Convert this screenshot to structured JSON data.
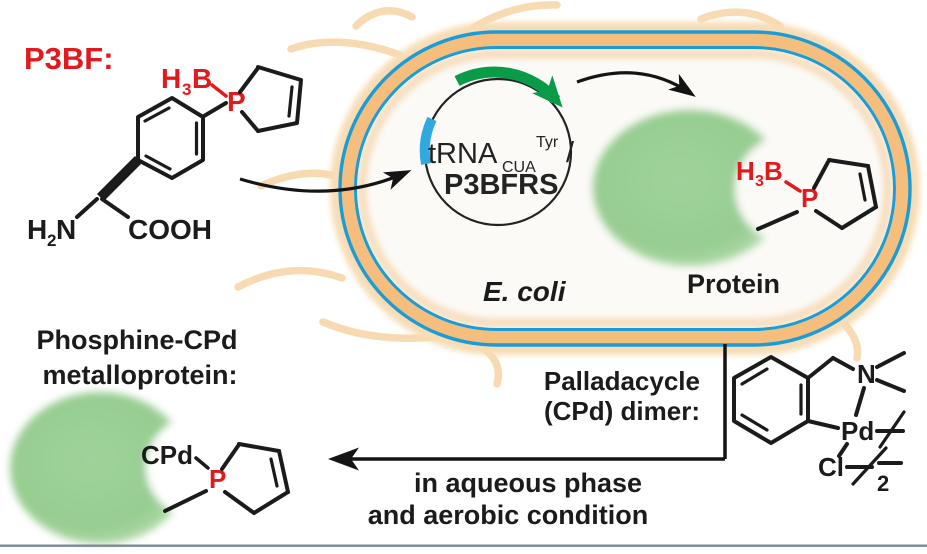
{
  "figure": {
    "compound_label": "P3BF:",
    "p3bf_molecule": {
      "borane_h": "H",
      "borane_sub": "3",
      "borane_b": "B",
      "phosphorus": "P",
      "amine_h": "H",
      "amine_sub": "2",
      "amine_n": "N",
      "carboxyl": "COOH"
    },
    "cell": {
      "organism_label": "E. coli",
      "plasmid": {
        "trna_label": "tRNA",
        "trna_subscript": "CUA",
        "trna_superscript": "Tyr",
        "separator": "/",
        "synthetase_label": "P3BFRS"
      },
      "protein_label": "Protein",
      "protein_phosphine": {
        "borane_h": "H",
        "borane_sub": "3",
        "borane_b": "B",
        "phosphorus": "P"
      }
    },
    "palladacycle": {
      "label_line1": "Palladacycle",
      "label_line2": "(CPd) dimer:",
      "nitrogen": "N",
      "palladium": "Pd",
      "chloride": "Cl",
      "dimer_subscript": "2"
    },
    "reaction": {
      "condition_line1": "in aqueous phase",
      "condition_line2": "and aerobic condition"
    },
    "metalloprotein": {
      "label_line1": "Phosphine-CPd",
      "label_line2": "metalloprotein:",
      "cpd_label": "CPd",
      "phosphorus": "P"
    }
  },
  "colors": {
    "highlight_red": "#e2191d",
    "gene_green": "#0a9b48",
    "membrane_blue": "#1a9cd8",
    "membrane_orange": "#f5be7d",
    "flagella_pale_orange": "#f8d9ae",
    "plasmid_marker_blue": "#2fa9e0",
    "protein_green": "#96cc90",
    "bottom_rule_gray": "#7e8b95"
  }
}
